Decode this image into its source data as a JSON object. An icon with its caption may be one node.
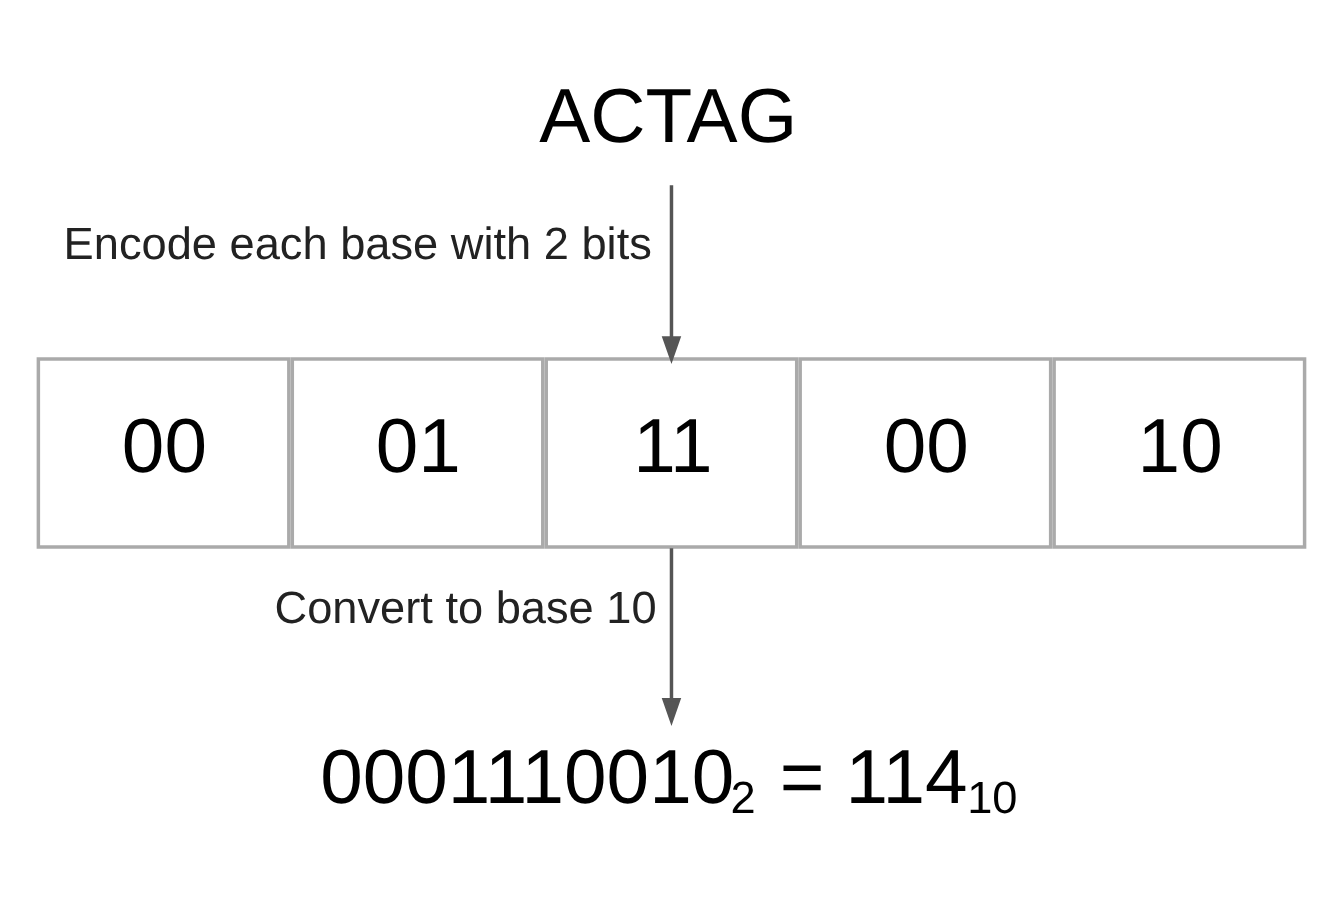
{
  "diagram": {
    "nodes": [
      {
        "text": [
          "ACTAG"
        ]
      },
      {
        "text": [
          "00"
        ]
      },
      {
        "text": [
          "01"
        ]
      },
      {
        "text": [
          "11"
        ]
      },
      {
        "text": [
          "00"
        ]
      },
      {
        "text": [
          "10"
        ]
      },
      {
        "text": [
          "0001110010$_{2}$ = 114$_{10}$"
        ]
      }
    ],
    "edges": [
      {
        "from": 0,
        "to": 3,
        "arrow": "to",
        "label": "Encode each base with 2 bits"
      },
      {
        "from": 3,
        "to": 6,
        "arrow": "to",
        "label": "Convert to base 10"
      }
    ]
  }
}
